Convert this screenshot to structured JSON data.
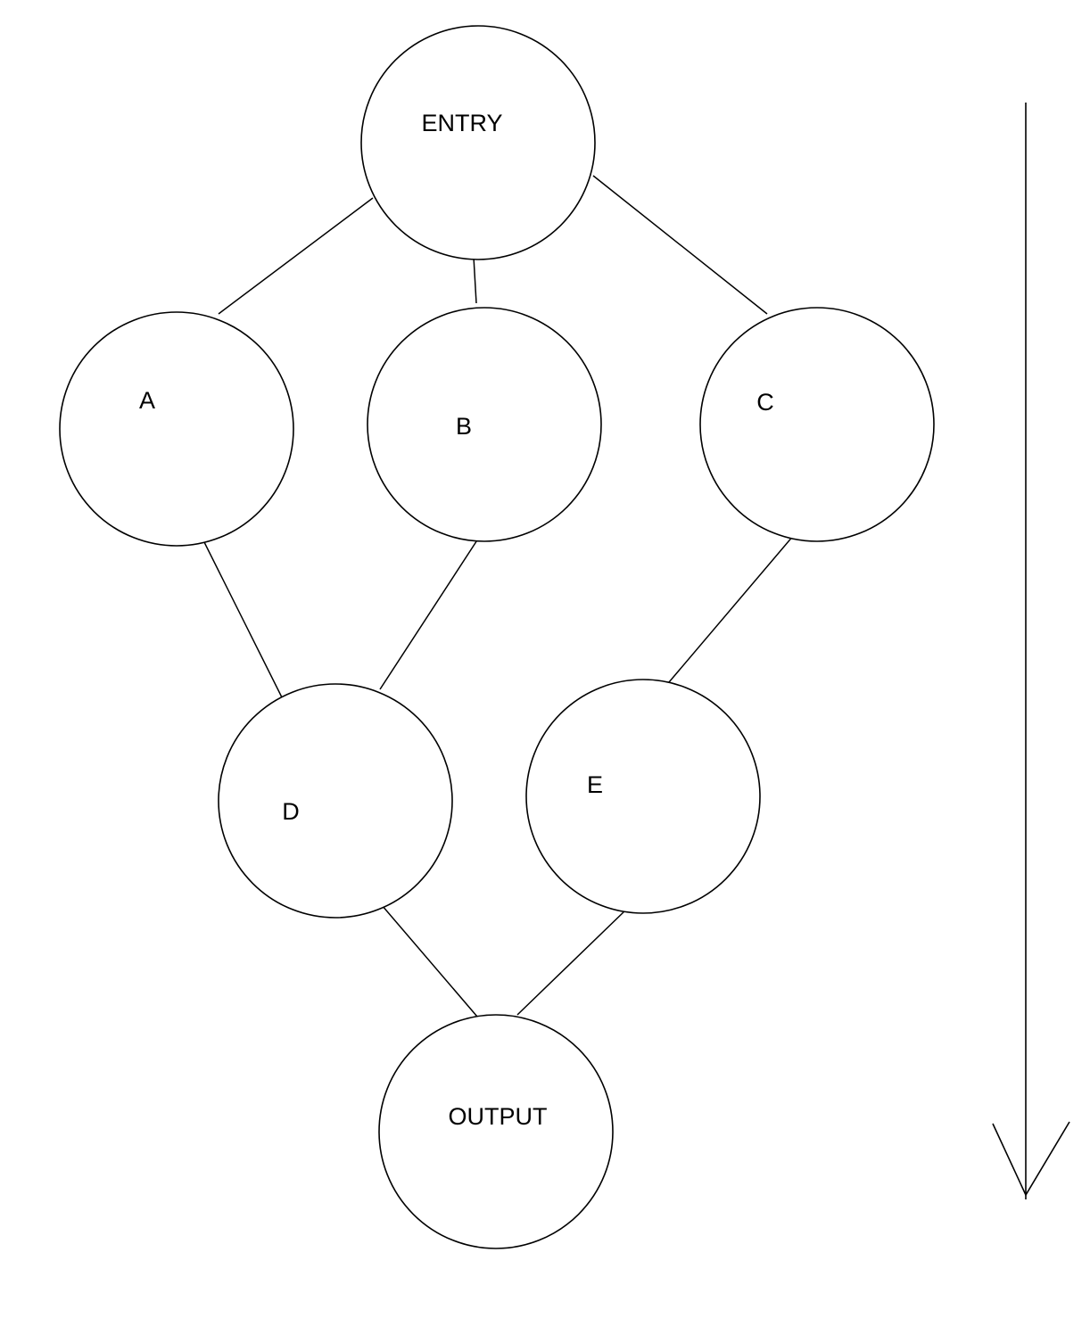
{
  "nodes": [
    {
      "id": "entry",
      "label": "ENTRY"
    },
    {
      "id": "a",
      "label": "A"
    },
    {
      "id": "b",
      "label": "B"
    },
    {
      "id": "c",
      "label": "C"
    },
    {
      "id": "d",
      "label": "D"
    },
    {
      "id": "e",
      "label": "E"
    },
    {
      "id": "output",
      "label": "OUTPUT"
    }
  ],
  "edges": [
    {
      "from": "entry",
      "to": "a"
    },
    {
      "from": "entry",
      "to": "b"
    },
    {
      "from": "entry",
      "to": "c"
    },
    {
      "from": "a",
      "to": "d"
    },
    {
      "from": "b",
      "to": "d"
    },
    {
      "from": "c",
      "to": "e"
    },
    {
      "from": "d",
      "to": "output"
    },
    {
      "from": "e",
      "to": "output"
    }
  ],
  "flow_arrow": {
    "direction": "down"
  },
  "colors": {
    "stroke": "#000000",
    "background": "#ffffff"
  }
}
